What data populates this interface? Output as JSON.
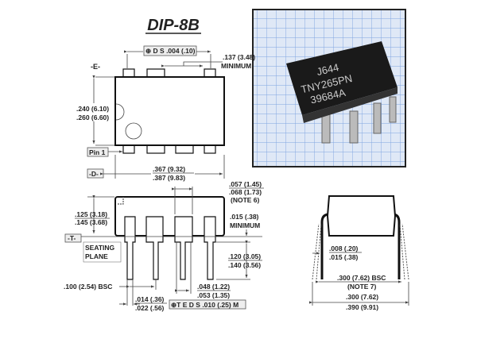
{
  "title": "DIP-8B",
  "photo": {
    "marking": [
      "J644",
      "TNY265PN",
      "39684A"
    ],
    "grid_color": "#7da3e0",
    "chip_color": "#1a1a1a"
  },
  "top_view": {
    "datum_e": "-E-",
    "datum_d": "-D-",
    "pin1_label": "Pin 1",
    "tolerance_frame": [
      "⊕",
      "D",
      "S",
      ".004 (.10)"
    ],
    "pin_spacing_min": [
      ".137 (3.48)",
      "MINIMUM"
    ],
    "width": [
      ".240 (6.10)",
      ".260 (6.60)"
    ],
    "length": [
      ".367 (9.32)",
      ".387 (9.83)"
    ]
  },
  "side_view": {
    "datum_t": "-T-",
    "seating_plane": [
      "SEATING",
      "PLANE"
    ],
    "body_height": [
      ".125 (3.18)",
      ".145 (3.68)"
    ],
    "shoulder_width": [
      ".057 (1.45)",
      ".068 (1.73)",
      "(NOTE 6)"
    ],
    "standoff": [
      ".015 (.38)",
      "MINIMUM"
    ],
    "lead_length": [
      ".120 (3.05)",
      ".140 (3.56)"
    ],
    "pitch": ".100 (2.54) BSC",
    "upper_lead_width": [
      ".048 (1.22)",
      ".053 (1.35)"
    ],
    "lead_width": [
      ".014 (.36)",
      ".022 (.56)"
    ],
    "tolerance_frame": [
      "⊕",
      "T",
      "E",
      "D",
      "S",
      ".010 (.25)",
      "M"
    ]
  },
  "end_view": {
    "lead_thickness": [
      ".008 (.20)",
      ".015 (.38)"
    ],
    "row_spacing": [
      ".300 (7.62) BSC",
      "(NOTE 7)"
    ],
    "overall_width": [
      ".300 (7.62)",
      ".390 (9.91)"
    ]
  }
}
